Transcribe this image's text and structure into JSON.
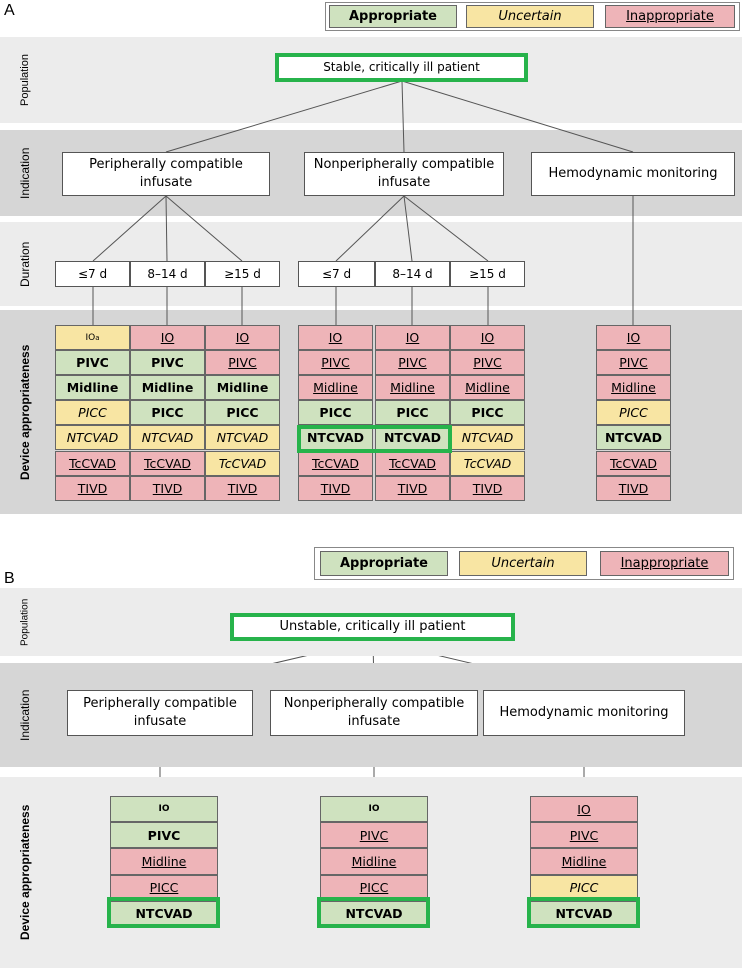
{
  "colors": {
    "appropriate": "#cfe2bf",
    "uncertain": "#f8e5a3",
    "inappropriate": "#eeb4b8",
    "highlight": "#27b34b"
  },
  "panelA": {
    "letter": "A",
    "legend": {
      "appropriate": "Appropriate",
      "uncertain": "Uncertain",
      "inappropriate": "Inappropriate"
    },
    "rows": {
      "population": "Population",
      "indication": "Indication",
      "duration": "Duration",
      "device": "Device appropriateness"
    },
    "population_label": "Stable, critically ill patient",
    "indications": [
      "Peripherally compatible infusate",
      "Nonperipherally compatible infusate",
      "Hemodynamic monitoring"
    ],
    "durations": [
      "≤7 d",
      "8–14 d",
      "≥15 d",
      "≤7 d",
      "8–14 d",
      "≥15 d"
    ],
    "columns": [
      {
        "cells": [
          {
            "label": "IO",
            "sup": "a",
            "rating": "y",
            "style": "small"
          },
          {
            "label": "PIVC",
            "rating": "g",
            "style": "bold"
          },
          {
            "label": "Midline",
            "rating": "g",
            "style": "bold"
          },
          {
            "label": "PICC",
            "rating": "y",
            "style": "italic"
          },
          {
            "label": "NTCVAD",
            "rating": "y",
            "style": "italic"
          },
          {
            "label": "TcCVAD",
            "rating": "r",
            "style": "under"
          },
          {
            "label": "TIVD",
            "rating": "r",
            "style": "under"
          }
        ]
      },
      {
        "cells": [
          {
            "label": "IO",
            "rating": "r",
            "style": "under"
          },
          {
            "label": "PIVC",
            "rating": "g",
            "style": "bold"
          },
          {
            "label": "Midline",
            "rating": "g",
            "style": "bold"
          },
          {
            "label": "PICC",
            "rating": "g",
            "style": "bold"
          },
          {
            "label": "NTCVAD",
            "rating": "y",
            "style": "italic"
          },
          {
            "label": "TcCVAD",
            "rating": "r",
            "style": "under"
          },
          {
            "label": "TIVD",
            "rating": "r",
            "style": "under"
          }
        ]
      },
      {
        "cells": [
          {
            "label": "IO",
            "rating": "r",
            "style": "under"
          },
          {
            "label": "PIVC",
            "rating": "r",
            "style": "under"
          },
          {
            "label": "Midline",
            "rating": "g",
            "style": "bold"
          },
          {
            "label": "PICC",
            "rating": "g",
            "style": "bold"
          },
          {
            "label": "NTCVAD",
            "rating": "y",
            "style": "italic"
          },
          {
            "label": "TcCVAD",
            "rating": "y",
            "style": "italic"
          },
          {
            "label": "TIVD",
            "rating": "r",
            "style": "under"
          }
        ]
      },
      {
        "cells": [
          {
            "label": "IO",
            "rating": "r",
            "style": "under"
          },
          {
            "label": "PIVC",
            "rating": "r",
            "style": "under"
          },
          {
            "label": "Midline",
            "rating": "r",
            "style": "under"
          },
          {
            "label": "PICC",
            "rating": "g",
            "style": "bold"
          },
          {
            "label": "NTCVAD",
            "rating": "g",
            "style": "bold"
          },
          {
            "label": "TcCVAD",
            "rating": "r",
            "style": "under"
          },
          {
            "label": "TIVD",
            "rating": "r",
            "style": "under"
          }
        ]
      },
      {
        "cells": [
          {
            "label": "IO",
            "rating": "r",
            "style": "under"
          },
          {
            "label": "PIVC",
            "rating": "r",
            "style": "under"
          },
          {
            "label": "Midline",
            "rating": "r",
            "style": "under"
          },
          {
            "label": "PICC",
            "rating": "g",
            "style": "bold"
          },
          {
            "label": "NTCVAD",
            "rating": "g",
            "style": "bold"
          },
          {
            "label": "TcCVAD",
            "rating": "r",
            "style": "under"
          },
          {
            "label": "TIVD",
            "rating": "r",
            "style": "under"
          }
        ]
      },
      {
        "cells": [
          {
            "label": "IO",
            "rating": "r",
            "style": "under"
          },
          {
            "label": "PIVC",
            "rating": "r",
            "style": "under"
          },
          {
            "label": "Midline",
            "rating": "r",
            "style": "under"
          },
          {
            "label": "PICC",
            "rating": "g",
            "style": "bold"
          },
          {
            "label": "NTCVAD",
            "rating": "y",
            "style": "italic"
          },
          {
            "label": "TcCVAD",
            "rating": "y",
            "style": "italic"
          },
          {
            "label": "TIVD",
            "rating": "r",
            "style": "under"
          }
        ]
      },
      {
        "cells": [
          {
            "label": "IO",
            "rating": "r",
            "style": "under"
          },
          {
            "label": "PIVC",
            "rating": "r",
            "style": "under"
          },
          {
            "label": "Midline",
            "rating": "r",
            "style": "under"
          },
          {
            "label": "PICC",
            "rating": "y",
            "style": "italic"
          },
          {
            "label": "NTCVAD",
            "rating": "g",
            "style": "bold"
          },
          {
            "label": "TcCVAD",
            "rating": "r",
            "style": "under"
          },
          {
            "label": "TIVD",
            "rating": "r",
            "style": "under"
          }
        ]
      }
    ]
  },
  "panelB": {
    "letter": "B",
    "legend": {
      "appropriate": "Appropriate",
      "uncertain": "Uncertain",
      "inappropriate": "Inappropriate"
    },
    "rows": {
      "population": "Population",
      "indication": "Indication",
      "device": "Device appropriateness"
    },
    "population_label": "Unstable, critically ill patient",
    "indications": [
      "Peripherally compatible infusate",
      "Nonperipherally compatible infusate",
      "Hemodynamic monitoring"
    ],
    "columns": [
      {
        "cells": [
          {
            "label": "IO",
            "rating": "g",
            "style": "boldsmall"
          },
          {
            "label": "PIVC",
            "rating": "g",
            "style": "bold"
          },
          {
            "label": "Midline",
            "rating": "r",
            "style": "under"
          },
          {
            "label": "PICC",
            "rating": "r",
            "style": "under"
          },
          {
            "label": "NTCVAD",
            "rating": "g",
            "style": "bold"
          }
        ]
      },
      {
        "cells": [
          {
            "label": "IO",
            "rating": "g",
            "style": "boldsmall"
          },
          {
            "label": "PIVC",
            "rating": "r",
            "style": "under"
          },
          {
            "label": "Midline",
            "rating": "r",
            "style": "under"
          },
          {
            "label": "PICC",
            "rating": "r",
            "style": "under"
          },
          {
            "label": "NTCVAD",
            "rating": "g",
            "style": "bold"
          }
        ]
      },
      {
        "cells": [
          {
            "label": "IO",
            "rating": "r",
            "style": "under"
          },
          {
            "label": "PIVC",
            "rating": "r",
            "style": "under"
          },
          {
            "label": "Midline",
            "rating": "r",
            "style": "under"
          },
          {
            "label": "PICC",
            "rating": "y",
            "style": "italic"
          },
          {
            "label": "NTCVAD",
            "rating": "g",
            "style": "bold"
          }
        ]
      }
    ]
  }
}
